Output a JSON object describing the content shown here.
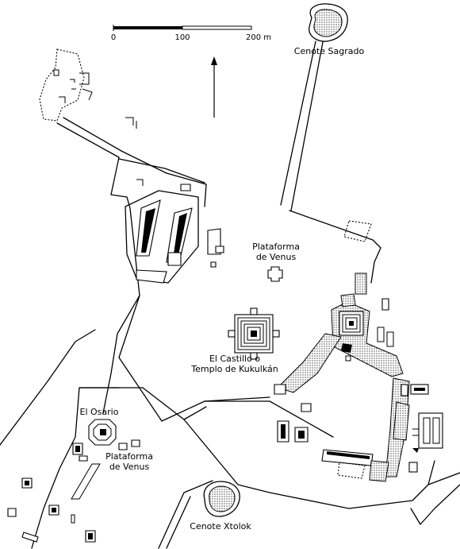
{
  "scale_bar": {
    "ticks": [
      "0",
      "100",
      "200 m"
    ]
  },
  "labels": {
    "cenote_sagrado": "Cenote Sagrado",
    "plataforma_venus_top_1": "Plataforma",
    "plataforma_venus_top_2": "de Venus",
    "castillo_1": "El Castillo o",
    "castillo_2": "Templo de Kukulkán",
    "osario": "El Osario",
    "plataforma_venus_bottom_1": "Plataforma",
    "plataforma_venus_bottom_2": "de Venus",
    "cenote_xtolok": "Cenote Xtolok"
  },
  "icons": {
    "north_arrow": "north-arrow-icon"
  }
}
